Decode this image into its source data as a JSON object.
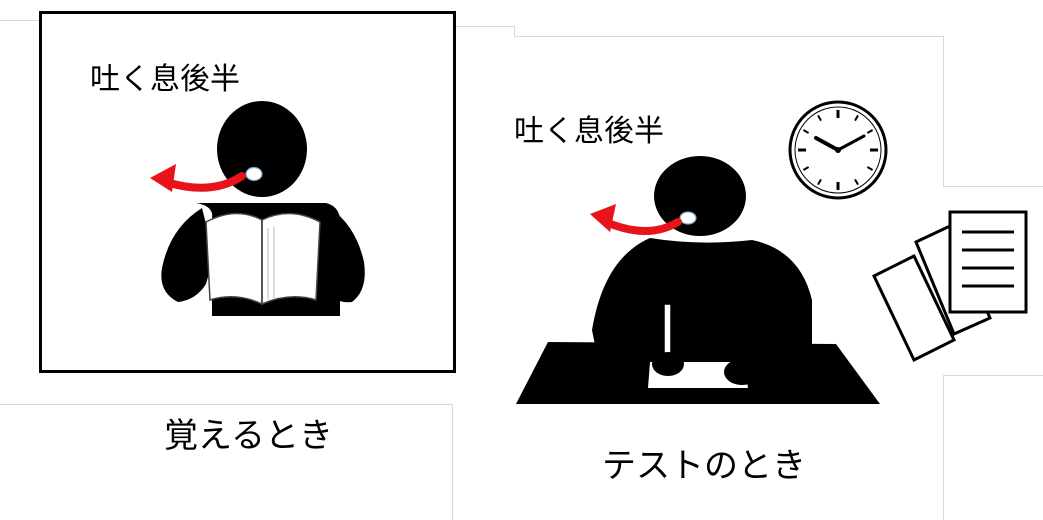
{
  "panels": [
    {
      "breath_label": "吐く息後半",
      "caption": "覚えるとき"
    },
    {
      "breath_label": "吐く息後半",
      "caption": "テストのとき"
    }
  ],
  "colors": {
    "figure": "#000000",
    "arrow": "#e8141b",
    "background": "#ffffff"
  },
  "icons": [
    "reading-person-icon",
    "test-taking-person-icon",
    "clock-icon",
    "papers-icon",
    "exhale-arrow-icon"
  ]
}
